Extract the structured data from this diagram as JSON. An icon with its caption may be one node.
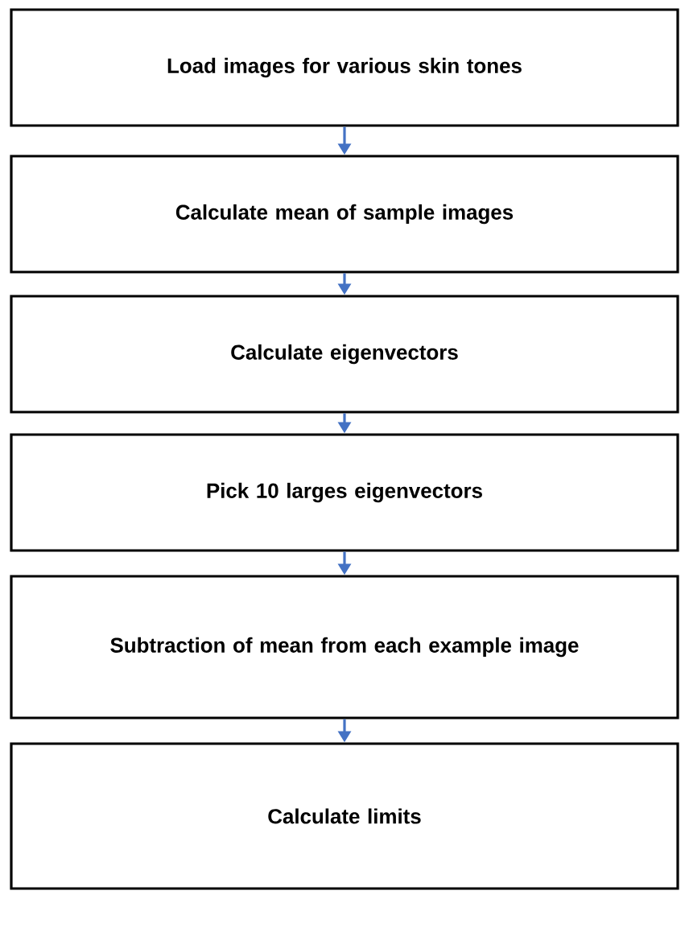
{
  "diagram": {
    "nodes": [
      {
        "text": [
          "Load images for various skin tones"
        ]
      },
      {
        "text": [
          "Calculate mean of sample images"
        ]
      },
      {
        "text": [
          "Calculate eigenvectors"
        ]
      },
      {
        "text": [
          "Pick 10 larges eigenvectors"
        ]
      },
      {
        "text": [
          "Subtraction of mean from each example image"
        ]
      },
      {
        "text": [
          "Calculate limits"
        ]
      }
    ],
    "edges": [
      {
        "from": 0,
        "to": 1,
        "arrow": "to"
      },
      {
        "from": 1,
        "to": 2,
        "arrow": "to"
      },
      {
        "from": 2,
        "to": 3,
        "arrow": "to"
      },
      {
        "from": 3,
        "to": 4,
        "arrow": "to"
      },
      {
        "from": 4,
        "to": 5,
        "arrow": "to"
      }
    ]
  }
}
